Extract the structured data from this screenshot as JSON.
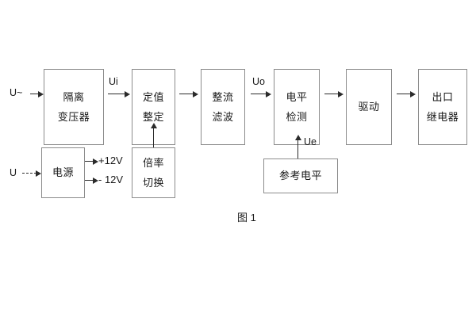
{
  "figure": {
    "caption": "图 1",
    "inputs": {
      "ac_label": "U~",
      "dc_label": "U"
    },
    "blocks": {
      "isolation_transformer": {
        "line1": "隔离",
        "line2": "变压器"
      },
      "setting_value": {
        "line1": "定值",
        "line2": "整定"
      },
      "rectify_filter": {
        "line1": "整流",
        "line2": "滤波"
      },
      "level_detect": {
        "line1": "电平",
        "line2": "检测"
      },
      "drive": {
        "line1": "驱动"
      },
      "output_relay": {
        "line1": "出口",
        "line2": "继电器"
      },
      "power_supply": {
        "line1": "电源"
      },
      "ratio_switch": {
        "line1": "倍率",
        "line2": "切换"
      },
      "reference_level": {
        "line1": "参考电平"
      }
    },
    "signals": {
      "ui": "Ui",
      "uo": "Uo",
      "ue": "Ue"
    },
    "rails": {
      "positive": "+12V",
      "negative": "- 12V"
    },
    "colors": {
      "box_border": "#8c8c8c",
      "arrow": "#2b2b2b",
      "text": "#1a1a1a",
      "background": "#ffffff"
    }
  }
}
